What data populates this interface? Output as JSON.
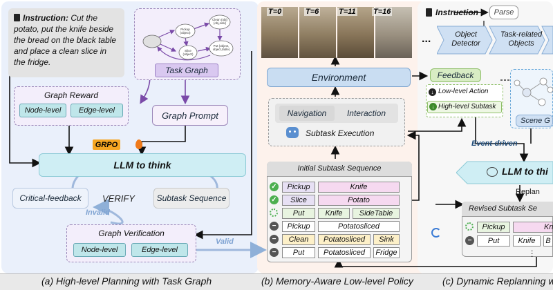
{
  "panel_a": {
    "instruction_label": "Instruction:",
    "instruction_text": " Cut the potato, put the knife beside the bread on the black table and place a clean slice in the fridge.",
    "task_graph_label": "Task Graph",
    "graph_nodes": [
      "Pickup (object)",
      "Clean (obj) (object,sink)",
      "Slice (object)",
      "Put (object, object,table)"
    ],
    "graph_reward_title": "Graph Reward",
    "node_level": "Node-level",
    "edge_level": "Edge-level",
    "graph_prompt": "Graph Prompt",
    "grpo": "GRPO",
    "llm_to_think": "LLM to think",
    "critical_feedback": "Critical-feedback",
    "verify": "VERIFY",
    "subtask_sequence": "Subtask Sequence",
    "invalid": "Invalid",
    "valid": "Valid",
    "graph_verification_title": "Graph Verification",
    "caption": "(a) High-level Planning with Task Graph"
  },
  "panel_b": {
    "time_labels": [
      "T=0",
      "T=6",
      "T=11",
      "T=16"
    ],
    "environment": "Environment",
    "navigation": "Navigation",
    "interaction": "Interaction",
    "subtask_execution": "Subtask Execution",
    "initial_sequence_title": "Initial Subtask Sequence",
    "rows": [
      {
        "status": "done",
        "cells": [
          "Pickup",
          "Knife"
        ]
      },
      {
        "status": "done",
        "cells": [
          "Slice",
          "Potato"
        ]
      },
      {
        "status": "running",
        "cells": [
          "Put",
          "Knife",
          "SideTable"
        ]
      },
      {
        "status": "pending",
        "cells": [
          "Pickup",
          "Potatosliced"
        ]
      },
      {
        "status": "pending",
        "cells": [
          "Clean",
          "Potatosliced",
          "Sink"
        ]
      },
      {
        "status": "pending",
        "cells": [
          "Put",
          "Potatosliced",
          "Fridge"
        ]
      }
    ],
    "caption": "(b) Memory-Aware Low-level Policy"
  },
  "panel_c": {
    "instruction_label": "Instruction",
    "parse": "Parse",
    "ellipsis": "...",
    "object_detector": "Object Detector",
    "task_related_objects": "Task-related Objects",
    "feedback": "Feedback",
    "low_level_action": "Low-level Action",
    "high_level_subtask": "High-level Subtask",
    "scene_graph": "Scene G",
    "event_driven": "Event-driven",
    "llm_to_think": "LLM to thi",
    "replan": "Replan",
    "revised_title": "Revised Subtask Se",
    "revised_rows": [
      {
        "status": "running",
        "cells": [
          "Pickup",
          "Kn"
        ]
      },
      {
        "status": "pending",
        "cells": [
          "Put",
          "Knife",
          "B"
        ]
      }
    ],
    "caption": "(c) Dynamic Replanning w"
  },
  "colors": {
    "panel_a_bg": "#eaf0fb",
    "panel_b_bg": "#fdf2ec",
    "panel_c_bg": "#f7f7f7",
    "teal": "#bfe6ea",
    "purple": "#7a4aa8",
    "lavender": "#e4d6f3",
    "done_green": "#4caf50",
    "pending_grey": "#555555"
  }
}
